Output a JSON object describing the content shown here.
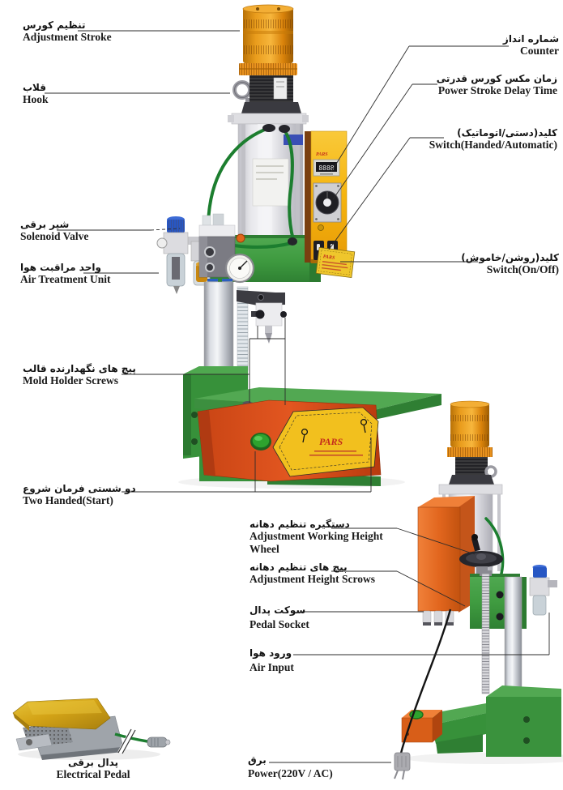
{
  "diagram": {
    "brand": "PARS",
    "counter_display": "8888",
    "labels": {
      "adjustment_stroke": {
        "fa": "تنظیم کورس",
        "en": "Adjustment Stroke"
      },
      "hook": {
        "fa": "قلاب",
        "en": "Hook"
      },
      "solenoid_valve": {
        "fa": "شیر برقی",
        "en": "Solenoid Valve"
      },
      "air_treatment_unit": {
        "fa": "واحد مراقبت هوا",
        "en": "Air Treatment Unit"
      },
      "mold_holder_screws": {
        "fa": "پیچ های نگهدارنده قالب",
        "en": "Mold Holder Screws"
      },
      "two_handed_start": {
        "fa": "دو شستی فرمان شروع",
        "en": "Two Handed(Start)"
      },
      "counter": {
        "fa": "شماره انداز",
        "en": "Counter"
      },
      "power_stroke_delay_time": {
        "fa": "زمان مکس کورس قدرتی",
        "en": "Power Stroke Delay Time"
      },
      "switch_handed_automatic": {
        "fa": "کلید(دستی/اتوماتیک)",
        "en": "Switch(Handed/Automatic)"
      },
      "switch_on_off": {
        "fa": "کلید(روشن/خاموش)",
        "en": "Switch(On/Off)"
      },
      "adjustment_working_height_wheel": {
        "fa": "دستگیره تنظیم دهانه",
        "en": "Adjustment Working Height Wheel"
      },
      "adjustment_height_screws": {
        "fa": "پیچ های تنظیم دهانه",
        "en": "Adjustment Height Scrows"
      },
      "pedal_socket": {
        "fa": "سوکت پدال",
        "en": "Pedal Socket"
      },
      "air_input": {
        "fa": "ورود هوا",
        "en": "Air Input"
      },
      "electrical_pedal": {
        "fa": "پدال برقی",
        "en": "Electrical Pedal"
      },
      "power": {
        "fa": "برق",
        "en": "Power(220V / AC)"
      }
    },
    "colors": {
      "cap_orange": "#E8921E",
      "control_box_yellow": "#F5B40E",
      "machine_green": "#3F9B40",
      "guard_orange": "#DD4F1E",
      "panel_yellow": "#F2C01E",
      "brand_red": "#C42B1C",
      "cable_green": "#1C7E2F",
      "pedal_gold": "#D4A417",
      "knob_blue": "#2757C4"
    }
  }
}
